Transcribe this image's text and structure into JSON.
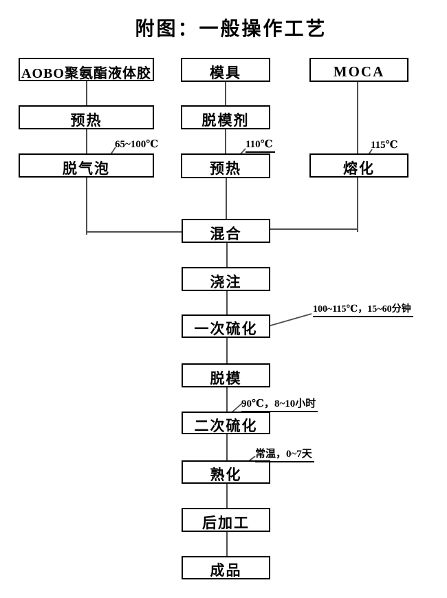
{
  "title": "附图：一般操作工艺",
  "nodes": {
    "aobo": {
      "label": "AOBO聚氨酯液体胶"
    },
    "preheat_left": {
      "label": "预热"
    },
    "degas": {
      "label": "脱气泡"
    },
    "mold": {
      "label": "模具"
    },
    "release": {
      "label": "脱模剂"
    },
    "preheat_mold": {
      "label": "预热"
    },
    "moca": {
      "label": "MOCA"
    },
    "melt": {
      "label": "熔化"
    },
    "mix": {
      "label": "混合"
    },
    "pour": {
      "label": "浇注"
    },
    "first_cure": {
      "label": "一次硫化"
    },
    "demold": {
      "label": "脱模"
    },
    "second_cure": {
      "label": "二次硫化"
    },
    "mature": {
      "label": "熟化"
    },
    "post_process": {
      "label": "后加工"
    },
    "finished": {
      "label": "成品"
    }
  },
  "annotations": {
    "degas_temp": "65~100℃",
    "preheat_mold_temp": "110℃",
    "melt_temp": "115℃",
    "first_cure_cond": "100~115℃，15~60分钟",
    "second_cure_cond": "90℃，8~10小时",
    "mature_cond": "常温，0~7天"
  },
  "colors": {
    "box_border": "#000000",
    "connector": "#4d4d4d",
    "text": "#000000",
    "background": "#ffffff"
  }
}
